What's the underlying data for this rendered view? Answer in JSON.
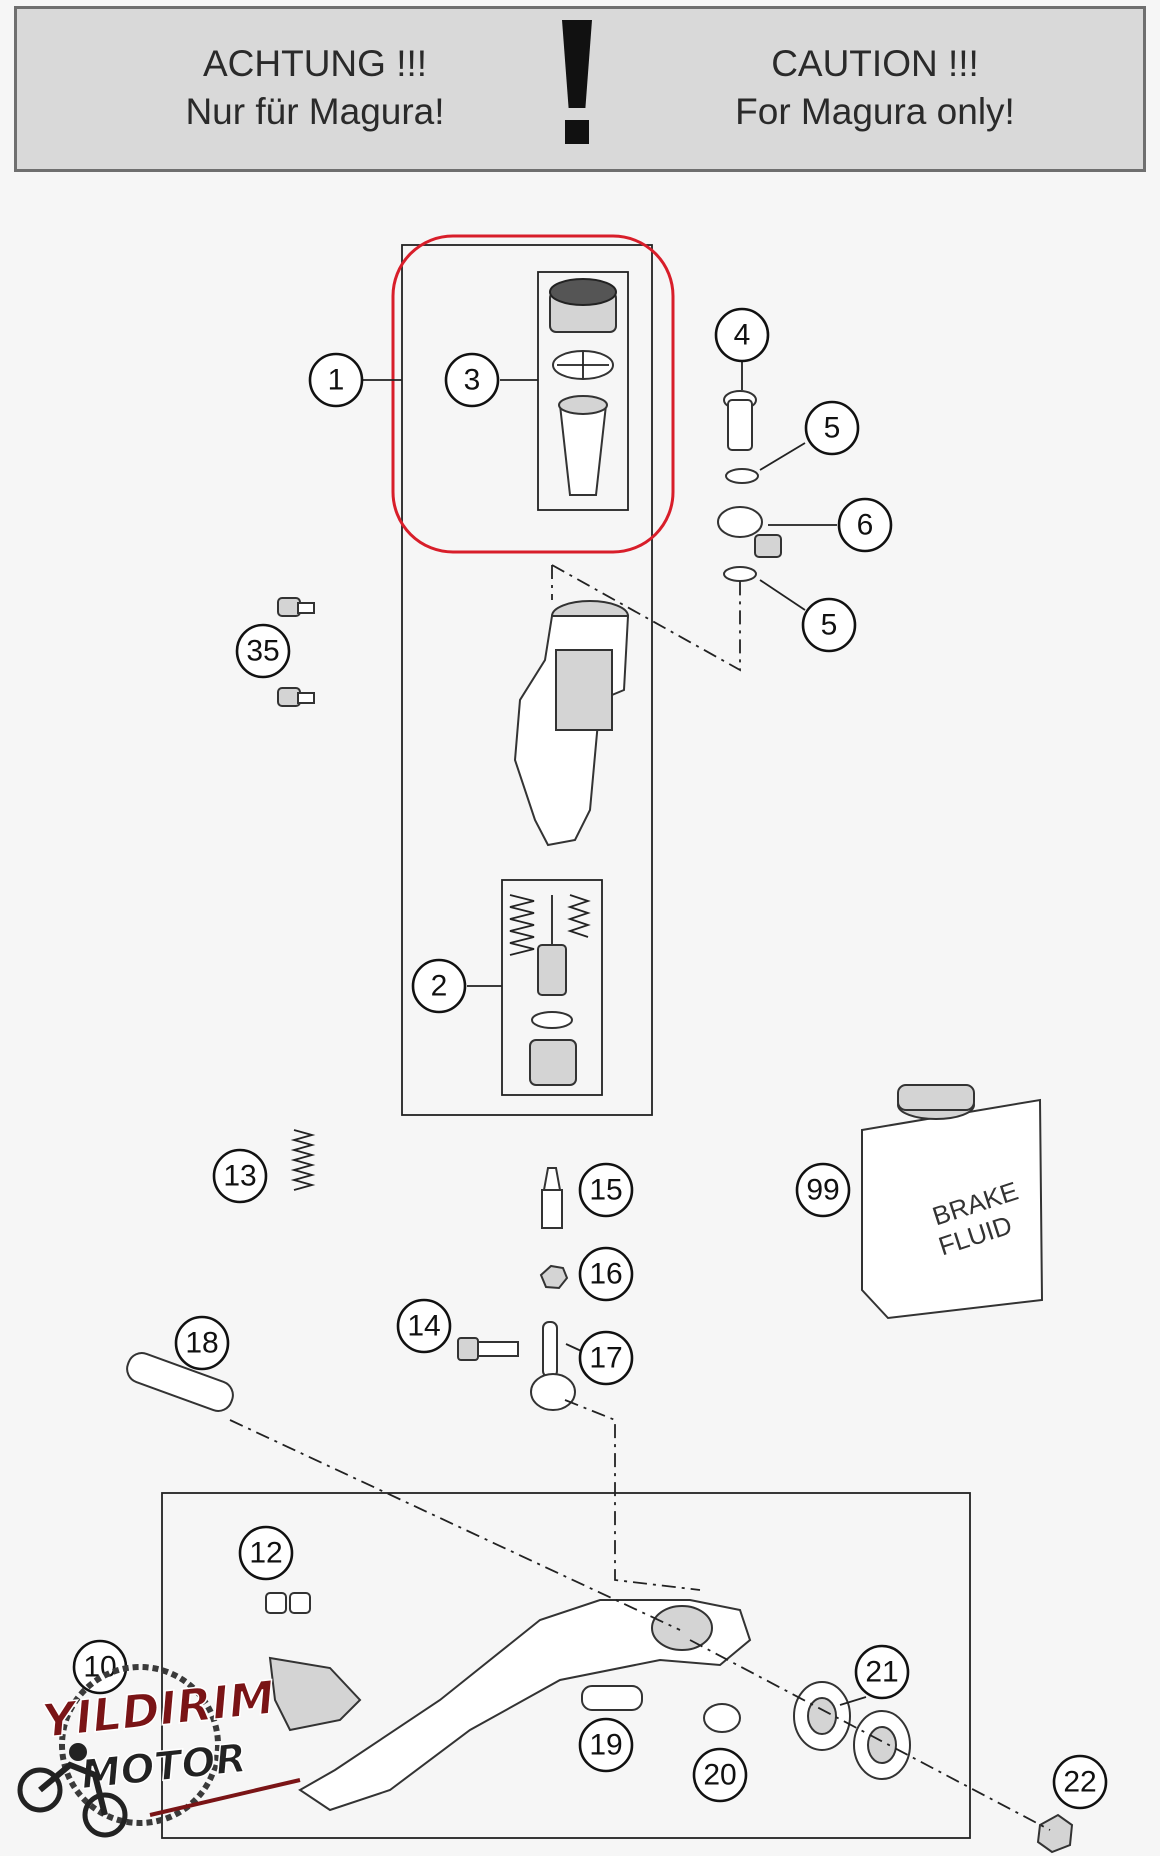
{
  "banner": {
    "left_line1": "ACHTUNG !!!",
    "left_line2": "Nur für Magura!",
    "right_line1": "CAUTION !!!",
    "right_line2": "For Magura only!",
    "icon": "exclamation-icon"
  },
  "callouts": {
    "c1": "1",
    "c2": "2",
    "c3": "3",
    "c4": "4",
    "c5a": "5",
    "c5b": "5",
    "c6": "6",
    "c10": "10",
    "c12": "12",
    "c13": "13",
    "c14": "14",
    "c15": "15",
    "c16": "16",
    "c17": "17",
    "c18": "18",
    "c19": "19",
    "c20": "20",
    "c21": "21",
    "c22": "22",
    "c35": "35",
    "c99": "99"
  },
  "fluid_can": {
    "line1": "BRAKE",
    "line2": "FLUID"
  },
  "watermark": {
    "line1": "YILDIRIM",
    "line2": "MOTOR"
  },
  "colors": {
    "highlight": "#d81e2a",
    "banner_bg": "#d9d9d9",
    "ink": "#111111"
  }
}
